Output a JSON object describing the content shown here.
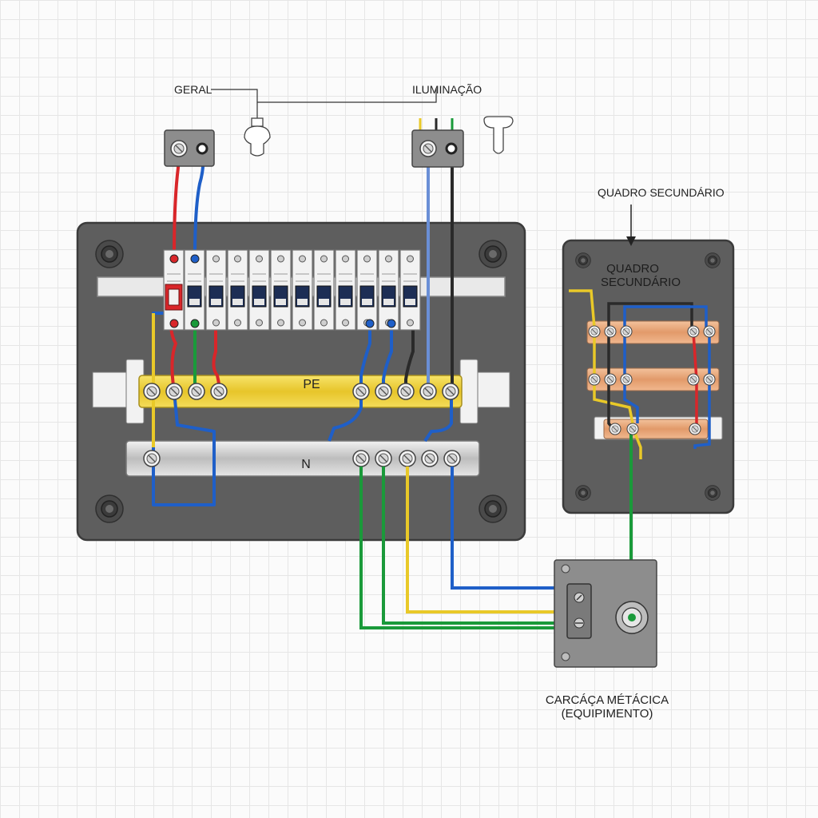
{
  "labels": {
    "geral": "GERAL",
    "iluminacao": "ILUMINAÇÃO",
    "quadro_secundario_top": "QUADRO SECUNDÁRIO",
    "quadro_secundario_inner_1": "QUADRO",
    "quadro_secundario_inner_2": "SECUNDÁRIO",
    "pe_bar": "PE",
    "n_bar": "N",
    "carcaca_1": "CARCÁÇA MÉTÁCICA",
    "carcaca_2": "(EQUIPIMENTO)"
  },
  "colors": {
    "panel": "#5e5e5e",
    "pe_bar": "#f0d23a",
    "n_bar": "#c8c8c8",
    "copper": "#e8a77a",
    "wire_red": "#d9262a",
    "wire_blue": "#1f5fc8",
    "wire_green": "#1a9a3a",
    "wire_yellow": "#e9c928",
    "wire_black": "#2a2a2a",
    "wire_lightblue": "#6a8fd6"
  },
  "icons": [
    "lamp-icon",
    "mushroom-button-icon",
    "terminal-screw-icon",
    "mounting-hole-icon",
    "arrow-down-icon"
  ]
}
